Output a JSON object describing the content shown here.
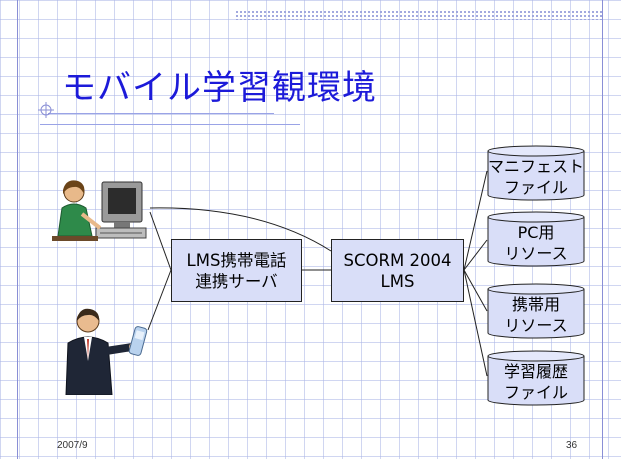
{
  "slide": {
    "title": "モバイル学習観環境",
    "date": "2007/9",
    "page_number": "36"
  },
  "diagram": {
    "server_box": {
      "line1": "LMS携帯電話",
      "line2": "連携サーバ"
    },
    "lms_box": {
      "line1": "SCORM 2004",
      "line2": "LMS"
    },
    "storages": [
      {
        "line1": "マニフェスト",
        "line2": "ファイル"
      },
      {
        "line1": "PC用",
        "line2": "リソース"
      },
      {
        "line1": "携帯用",
        "line2": "リソース"
      },
      {
        "line1": "学習履歴",
        "line2": "ファイル"
      }
    ],
    "figures": [
      {
        "icon": "pc-user-icon"
      },
      {
        "icon": "mobile-user-icon"
      }
    ]
  },
  "colors": {
    "title": "#1c1ad9",
    "box_fill": "#d9def8",
    "grid": "#aab4e6"
  }
}
